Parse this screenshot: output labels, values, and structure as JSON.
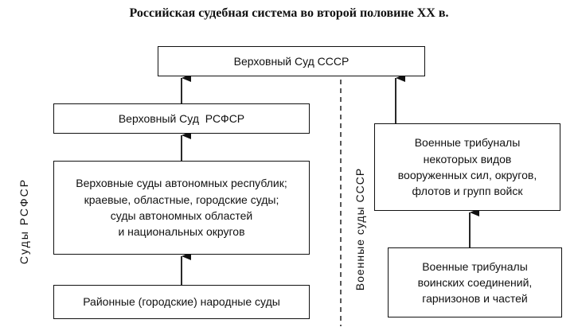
{
  "title": "Российская судебная система во второй половине XX в.",
  "boxes": {
    "supreme_ussr": "Верховный Суд СССР",
    "supreme_rsfsr": "Верховный Суд  РСФСР",
    "regional": [
      "Верховные суды автономных республик;",
      "краевые, областные, городские суды;",
      "суды автономных областей",
      "и национальных округов"
    ],
    "district": "Районные (городские) народные суды",
    "military_high": [
      "Военные трибуналы",
      "некоторых видов",
      "вооруженных сил, округов,",
      "флотов и групп войск"
    ],
    "military_low": [
      "Военные трибуналы",
      "воинских соединений,",
      "гарнизонов и частей"
    ]
  },
  "side_labels": {
    "rsfsr_courts": "Суды РСФСР",
    "ussr_military_courts": "Военные суды СССР"
  }
}
